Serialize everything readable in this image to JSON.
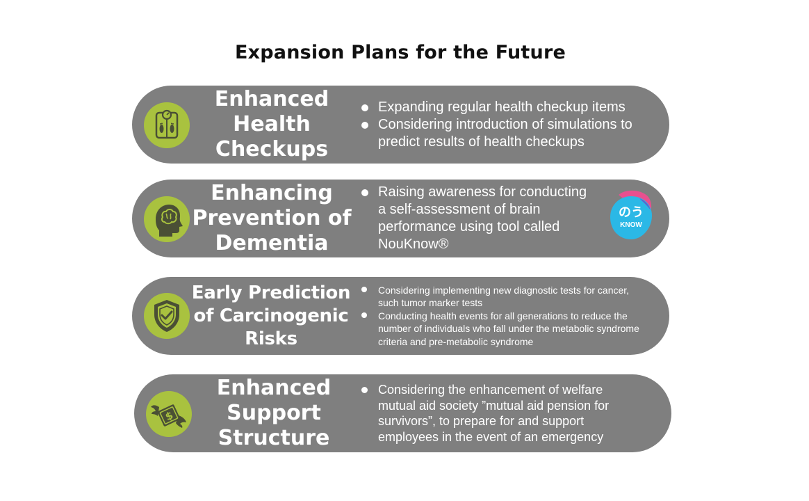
{
  "title": "Expansion Plans for the Future",
  "colors": {
    "pill": "#7f7f7f",
    "accent": "#a9c23f",
    "icon_dark": "#4a4f35",
    "text": "#ffffff",
    "badge_cyan": "#2bb8e6",
    "badge_pink": "#e8508f"
  },
  "plans": [
    {
      "icon": "health-scale-icon",
      "heading_lines": [
        "Enhanced",
        "Health",
        "Checkups"
      ],
      "bullets": [
        "Expanding regular health checkup items",
        "Considering introduction of simulations to predict results of health checkups"
      ]
    },
    {
      "icon": "brain-head-icon",
      "heading_lines": [
        "Enhancing",
        "Prevention of",
        "Dementia"
      ],
      "bullets": [
        "Raising awareness for conducting a self-assessment of brain performance using tool called NouKnow®"
      ],
      "badge": {
        "name": "nouknow-logo",
        "main_text": "のう",
        "sub_text": "KNOW"
      }
    },
    {
      "icon": "shield-check-icon",
      "heading_lines": [
        "Early Prediction",
        "of Carcinogenic",
        "Risks"
      ],
      "bullets": [
        "Considering implementing new diagnostic tests for cancer, such tumor marker tests",
        "Conducting health events for all generations to reduce the number of individuals who fall under the metabolic syndrome criteria and pre-metabolic syndrome"
      ]
    },
    {
      "icon": "winged-money-icon",
      "heading_lines": [
        "Enhanced",
        "Support",
        "Structure"
      ],
      "bullets": [
        "Considering the enhancement of welfare mutual aid society ”mutual aid pension for survivors”, to prepare for and support employees in the event of an emergency"
      ]
    }
  ]
}
